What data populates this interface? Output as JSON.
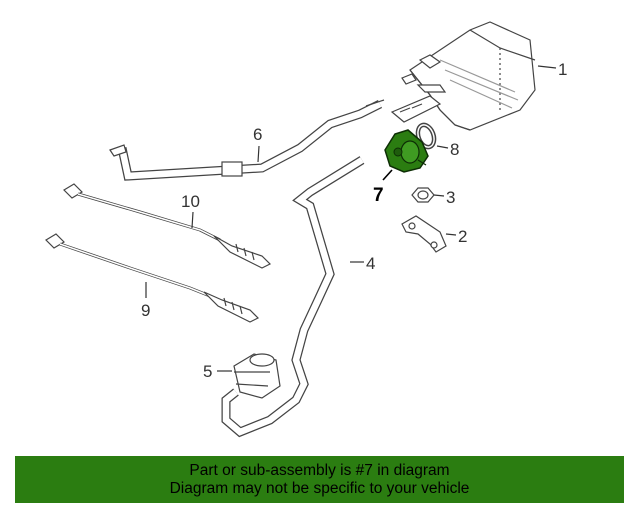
{
  "callouts": {
    "c1": "1",
    "c2": "2",
    "c3": "3",
    "c4": "4",
    "c5": "5",
    "c6": "6",
    "c7": "7",
    "c8": "8",
    "c9": "9",
    "c10": "10"
  },
  "highlight": {
    "part_number": "7",
    "color": "#2b7d11"
  },
  "footer": {
    "line1": "Part or sub-assembly is #7 in diagram",
    "line2": "Diagram may not be specific to your vehicle"
  }
}
